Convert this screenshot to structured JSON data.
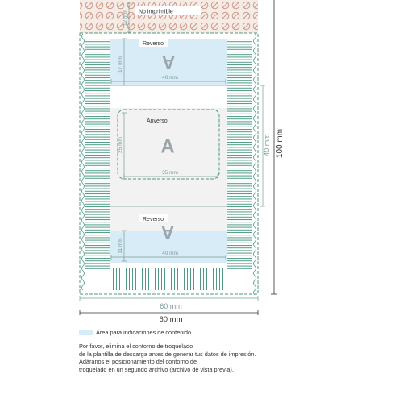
{
  "diagram": {
    "header_label": "No imprimible",
    "dims": {
      "top_height": "12 mm",
      "reverse_top_height": "17 mm",
      "reverse_top_width": "40 mm",
      "front_height": "25 mm",
      "front_width": "35 mm",
      "reverse_bottom_height": "11 mm",
      "reverse_bottom_width": "40 mm",
      "inner_height": "40 mm",
      "total_height": "100 mm",
      "inner_width": "60 mm",
      "total_width": "60 mm"
    },
    "labels": {
      "reverse_top": "Reverso",
      "front": "Anverso",
      "reverse_bottom": "Reverso"
    },
    "glyphs": {
      "reverse_top": "A",
      "front": "A",
      "reverse_bottom": "A"
    }
  },
  "legend": {
    "text": "Área para indicaciones de contenido.",
    "swatch_color": "#d8ecf8"
  },
  "note": {
    "lines": [
      "Por favor, elimina el contorno de troquelado",
      "de la plantilla de descarga antes de generar tus datos de impresión.",
      "Adáranos el posicionamiento del contorno de",
      "troquelado en un segundo archivo (archivo de vista previa)."
    ]
  },
  "colors": {
    "die_line": "#4e9a85",
    "dim_line": "#7a9c98",
    "content_area": "#d8ecf8",
    "no_print_area": "#f6ece6"
  }
}
